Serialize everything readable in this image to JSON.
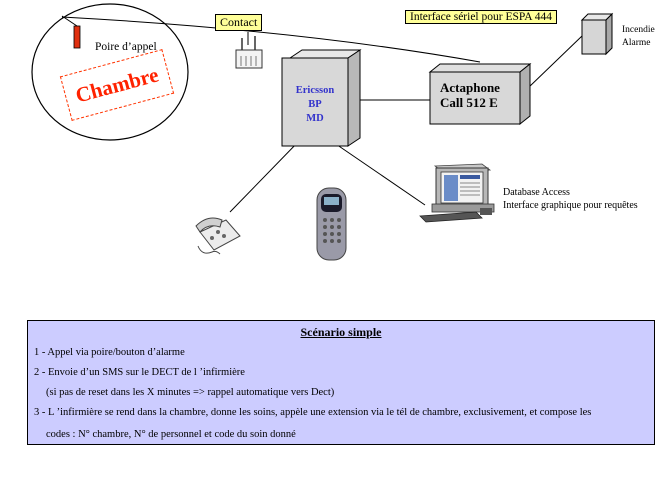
{
  "labels": {
    "poire": "Poire d’appel",
    "chambre": "Chambre",
    "contact": "Contact",
    "interface": "Interface sériel pour ESPA 444",
    "incendie": "Incendie",
    "alarme": "Alarme",
    "ericsson": "Ericsson",
    "bp": "BP",
    "md": "MD",
    "actaphone1": "Actaphone",
    "actaphone2": "Call 512 E",
    "db1": "Database Access",
    "db2": "Interface graphique pour requêtes"
  },
  "scenario": {
    "title": "Scénario simple",
    "lines": [
      "1 - Appel via poire/bouton d’alarme",
      "2 - Envoie d’un SMS  sur le DECT de l ’infirmière",
      "(si pas de reset dans les X minutes => rappel automatique vers Dect)",
      "3 - L ’infirmière se rend dans la chambre, donne les soins, appèle une extension  via le tél de chambre, exclusivement,  et compose les",
      "codes : N° chambre, N° de personnel et code du soin donné"
    ]
  },
  "colors": {
    "label_box": "#ffff99",
    "scenario_bg": "#ccccff",
    "chambre_text": "#ff2200",
    "ericsson_text": "#3333cc"
  }
}
